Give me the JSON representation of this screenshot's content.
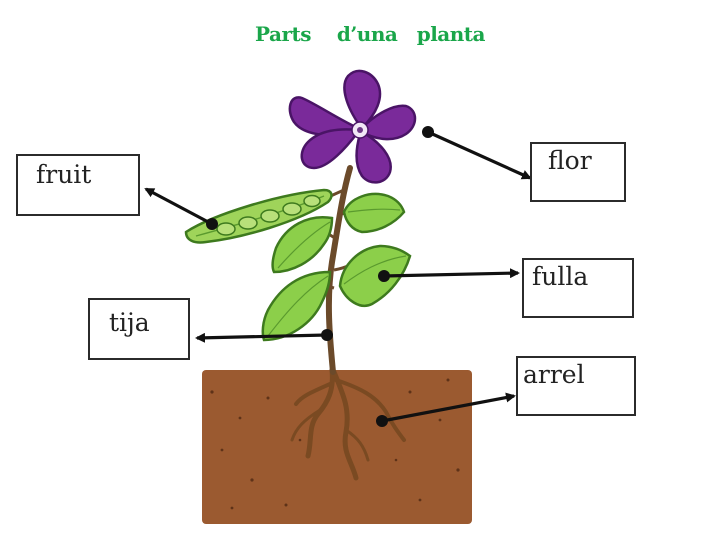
{
  "title": "Parts    d’una   planta",
  "colors": {
    "title": "#1aa64a",
    "petal": "#7a2a9a",
    "petal_dark": "#4a1466",
    "leaf": "#8ccf4a",
    "leaf_dark": "#3e7a1e",
    "pod": "#9fd45a",
    "stem": "#6b4a2a",
    "soil": "#9b5a30",
    "pointer": "#111111"
  },
  "labels": {
    "fruit": "fruit",
    "flor": "flor",
    "fulla": "fulla",
    "tija": "tija",
    "arrel": "arrel"
  }
}
